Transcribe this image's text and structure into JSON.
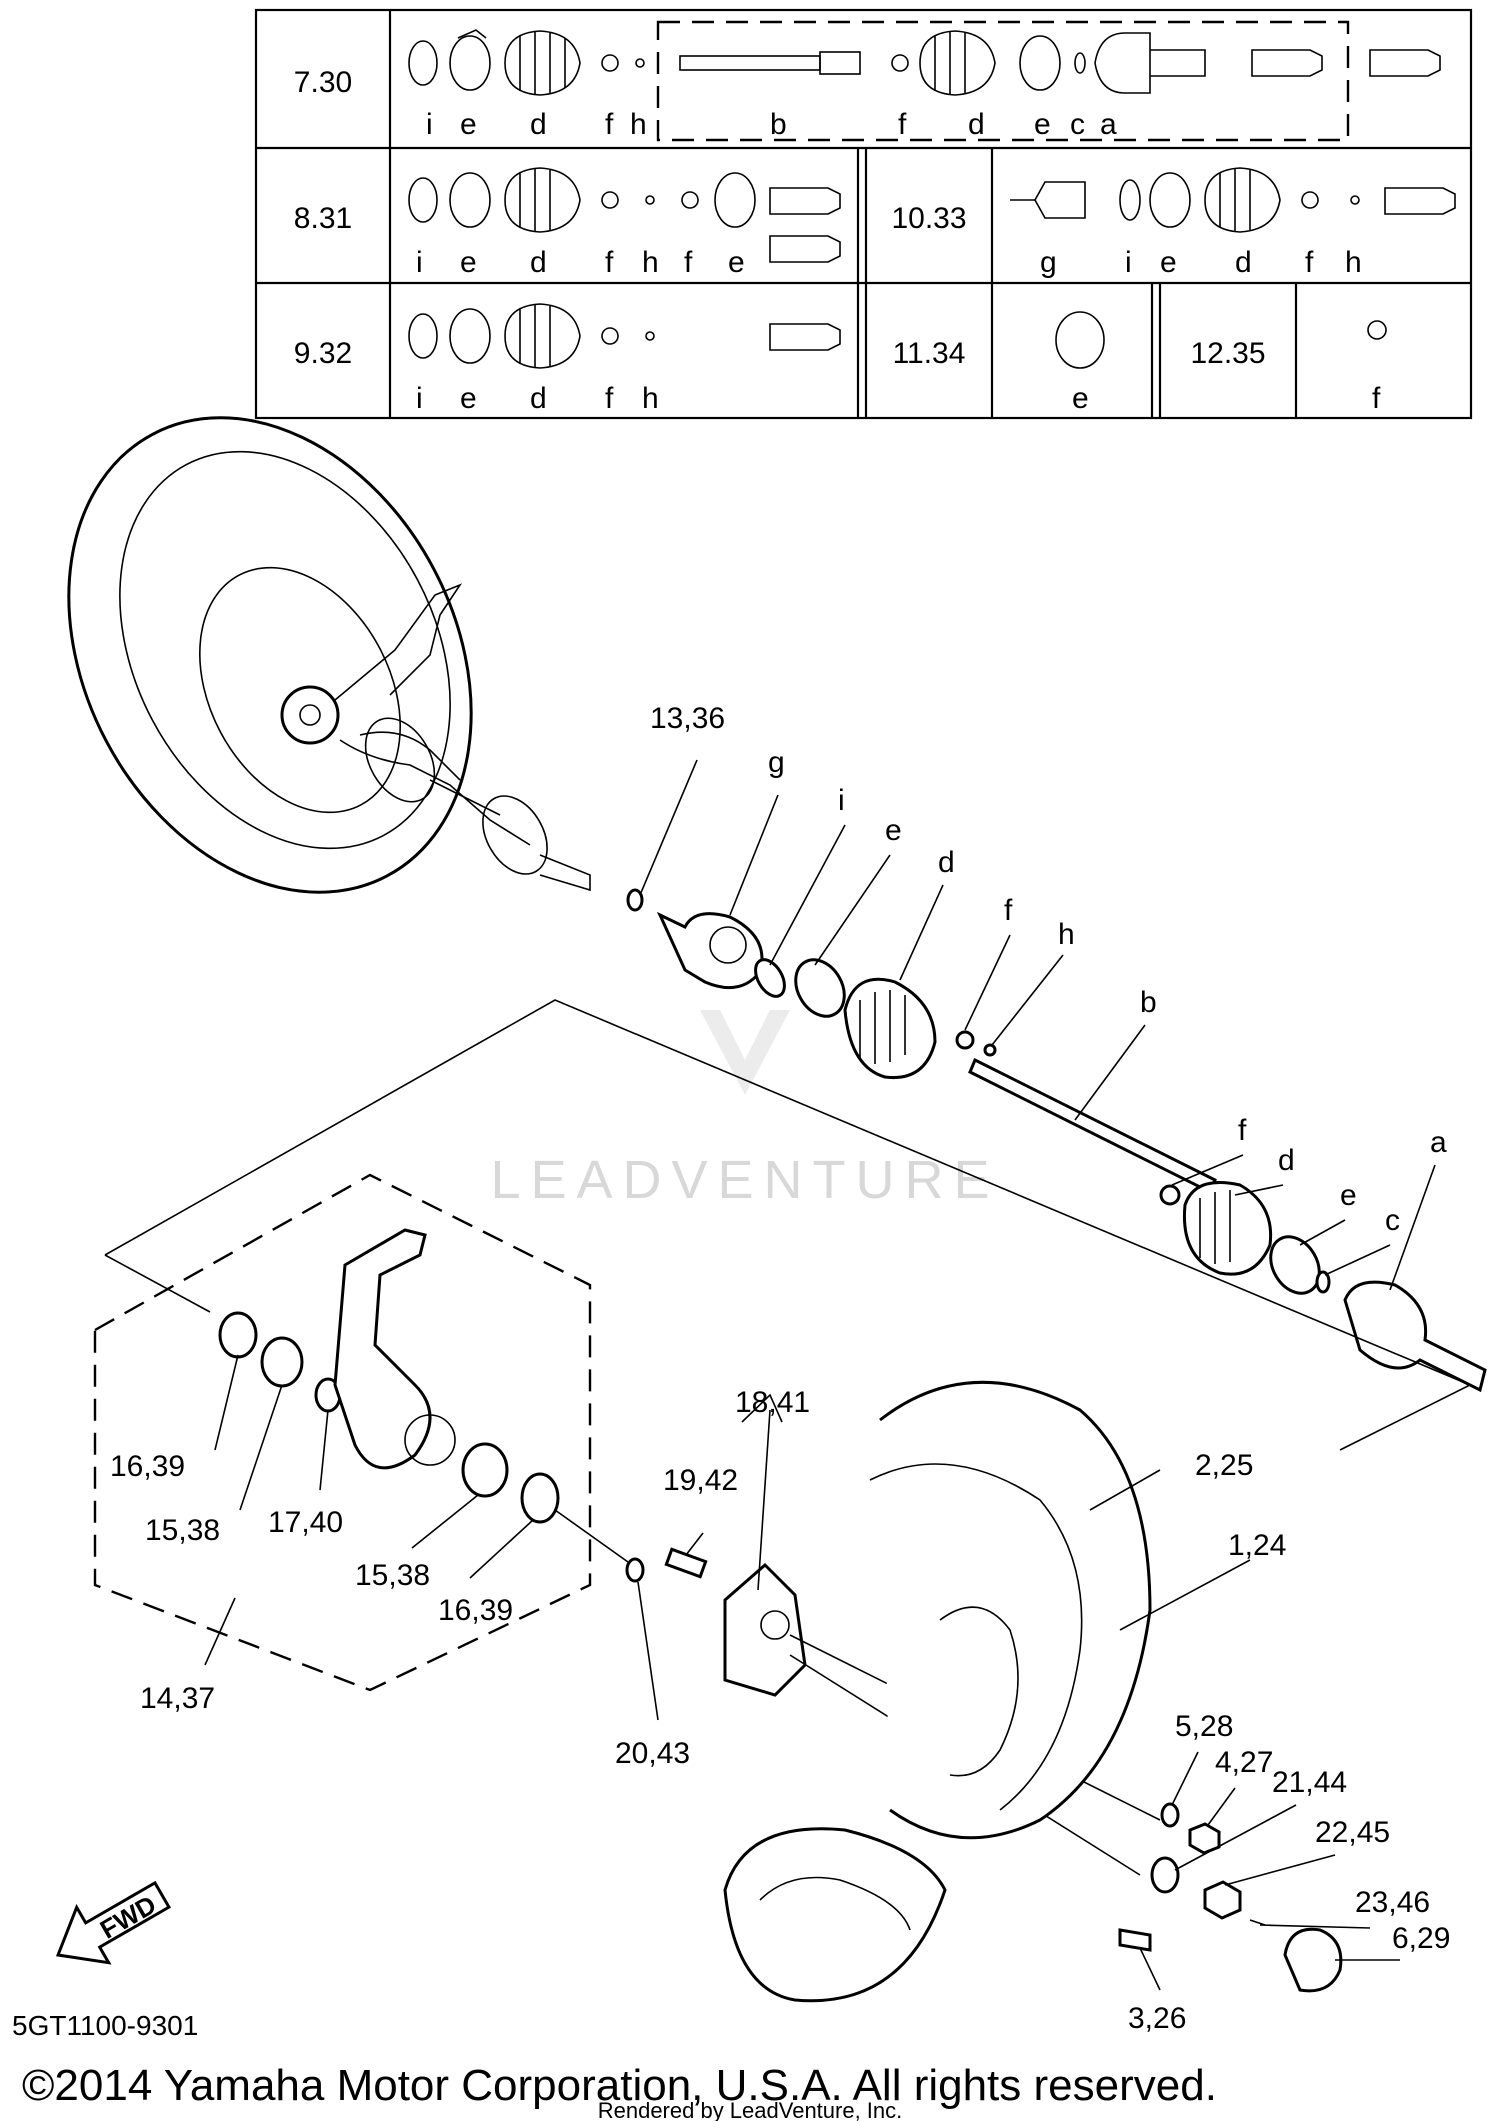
{
  "kit_table": {
    "rows": [
      {
        "code": "7.30",
        "letters": [
          "i",
          "e",
          "d",
          "f",
          "h",
          "b",
          "f",
          "d",
          "e",
          "c",
          "a"
        ]
      },
      {
        "code": "8.31",
        "letters": [
          "i",
          "e",
          "d",
          "f",
          "h",
          "f",
          "e"
        ]
      },
      {
        "code": "9.32",
        "letters": [
          "i",
          "e",
          "d",
          "f",
          "h"
        ]
      }
    ],
    "side_cells": [
      {
        "code": "10.33",
        "letters": [
          "g",
          "i",
          "e",
          "d",
          "f",
          "h"
        ]
      },
      {
        "code": "11.34",
        "letters": [
          "e"
        ]
      },
      {
        "code": "12.35",
        "letters": [
          "f"
        ]
      }
    ]
  },
  "callouts": {
    "p13_36": "13,36",
    "g": "g",
    "i": "i",
    "e": "e",
    "d": "d",
    "f": "f",
    "h": "h",
    "b": "b",
    "f2": "f",
    "d2": "d",
    "e2": "e",
    "c": "c",
    "a": "a",
    "p18_41": "18,41",
    "p19_42": "19,42",
    "p2_25": "2,25",
    "p1_24": "1,24",
    "p16_39a": "16,39",
    "p15_38a": "15,38",
    "p17_40": "17,40",
    "p15_38b": "15,38",
    "p16_39b": "16,39",
    "p14_37": "14,37",
    "p20_43": "20,43",
    "p5_28": "5,28",
    "p4_27": "4,27",
    "p21_44": "21,44",
    "p22_45": "22,45",
    "p23_46": "23,46",
    "p6_29": "6,29",
    "p3_26": "3,26"
  },
  "fwd_label": "FWD",
  "diagram_code": "5GT1100-9301",
  "copyright": "©2014 Yamaha Motor Corporation, U.S.A. All rights reserved.",
  "rendered_by": "Rendered by LeadVenture, Inc.",
  "watermark": "LEADVENTURE",
  "icons": [
    "fwd-arrow-icon",
    "watermark-logo-icon"
  ]
}
